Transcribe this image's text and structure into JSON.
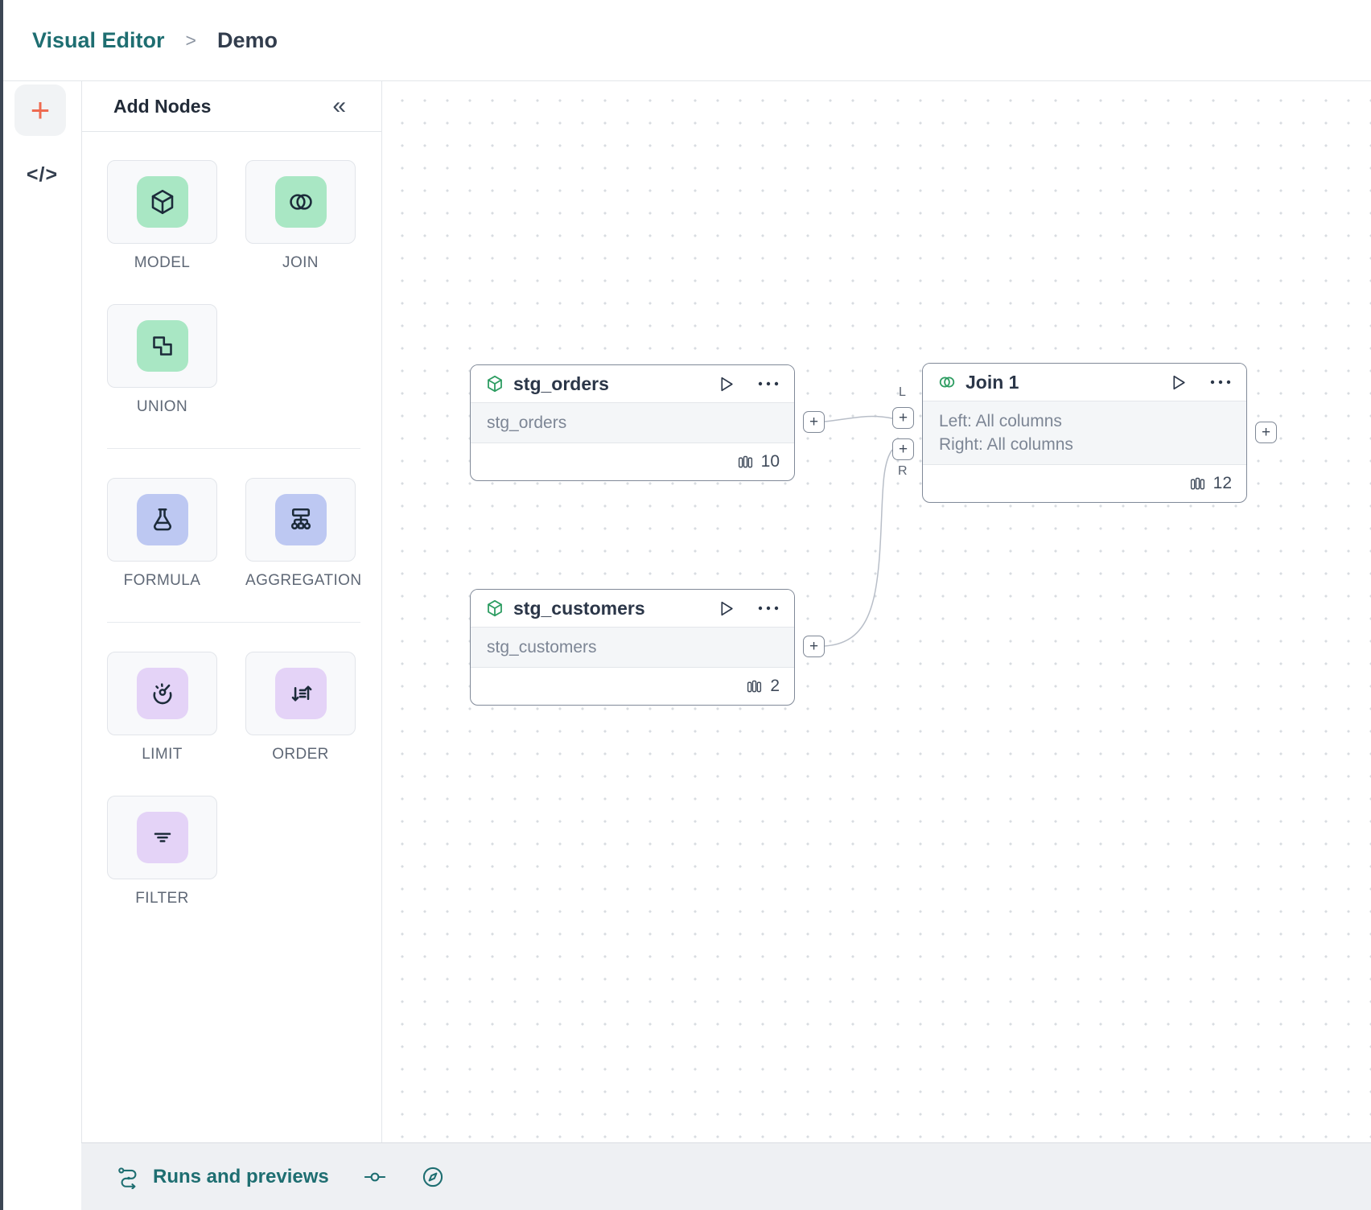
{
  "breadcrumb": {
    "app_title": "Visual Editor",
    "separator": ">",
    "page_title": "Demo"
  },
  "rail": {
    "add_button": "+",
    "code_button": "</>"
  },
  "palette": {
    "title": "Add Nodes",
    "collapse": "«",
    "items": [
      {
        "label": "MODEL",
        "icon": "cube-icon",
        "tile_color": "green"
      },
      {
        "label": "JOIN",
        "icon": "join-circles-icon",
        "tile_color": "green"
      },
      {
        "label": "UNION",
        "icon": "union-shapes-icon",
        "tile_color": "green"
      },
      {
        "label": "FORMULA",
        "icon": "flask-icon",
        "tile_color": "blue"
      },
      {
        "label": "AGGREGATION",
        "icon": "hierarchy-icon",
        "tile_color": "blue"
      },
      {
        "label": "LIMIT",
        "icon": "gauge-icon",
        "tile_color": "purple"
      },
      {
        "label": "ORDER",
        "icon": "sort-arrows-icon",
        "tile_color": "purple"
      },
      {
        "label": "FILTER",
        "icon": "filter-lines-icon",
        "tile_color": "purple"
      }
    ]
  },
  "canvas": {
    "port_plus": "+",
    "nodes": [
      {
        "title": "stg_orders",
        "type": "model",
        "source": "stg_orders",
        "columns": "10"
      },
      {
        "title": "stg_customers",
        "type": "model",
        "source": "stg_customers",
        "columns": "2"
      },
      {
        "title": "Join 1",
        "type": "join",
        "left_config": "Left: All columns",
        "right_config": "Right: All columns",
        "columns": "12",
        "left_port_label": "L",
        "right_port_label": "R"
      }
    ]
  },
  "statusbar": {
    "runs_label": "Runs and previews"
  },
  "colors": {
    "brand_teal": "#1e6e71",
    "accent_orange": "#ee6a50",
    "node_icon_green": "#2e9d62",
    "tile_green": "#a9e7c4",
    "tile_blue": "#bdc8f2",
    "tile_purple": "#e4d3f7",
    "node_border": "#808998",
    "edge": "#b8bec8",
    "canvas_dot": "#d8dce1"
  }
}
